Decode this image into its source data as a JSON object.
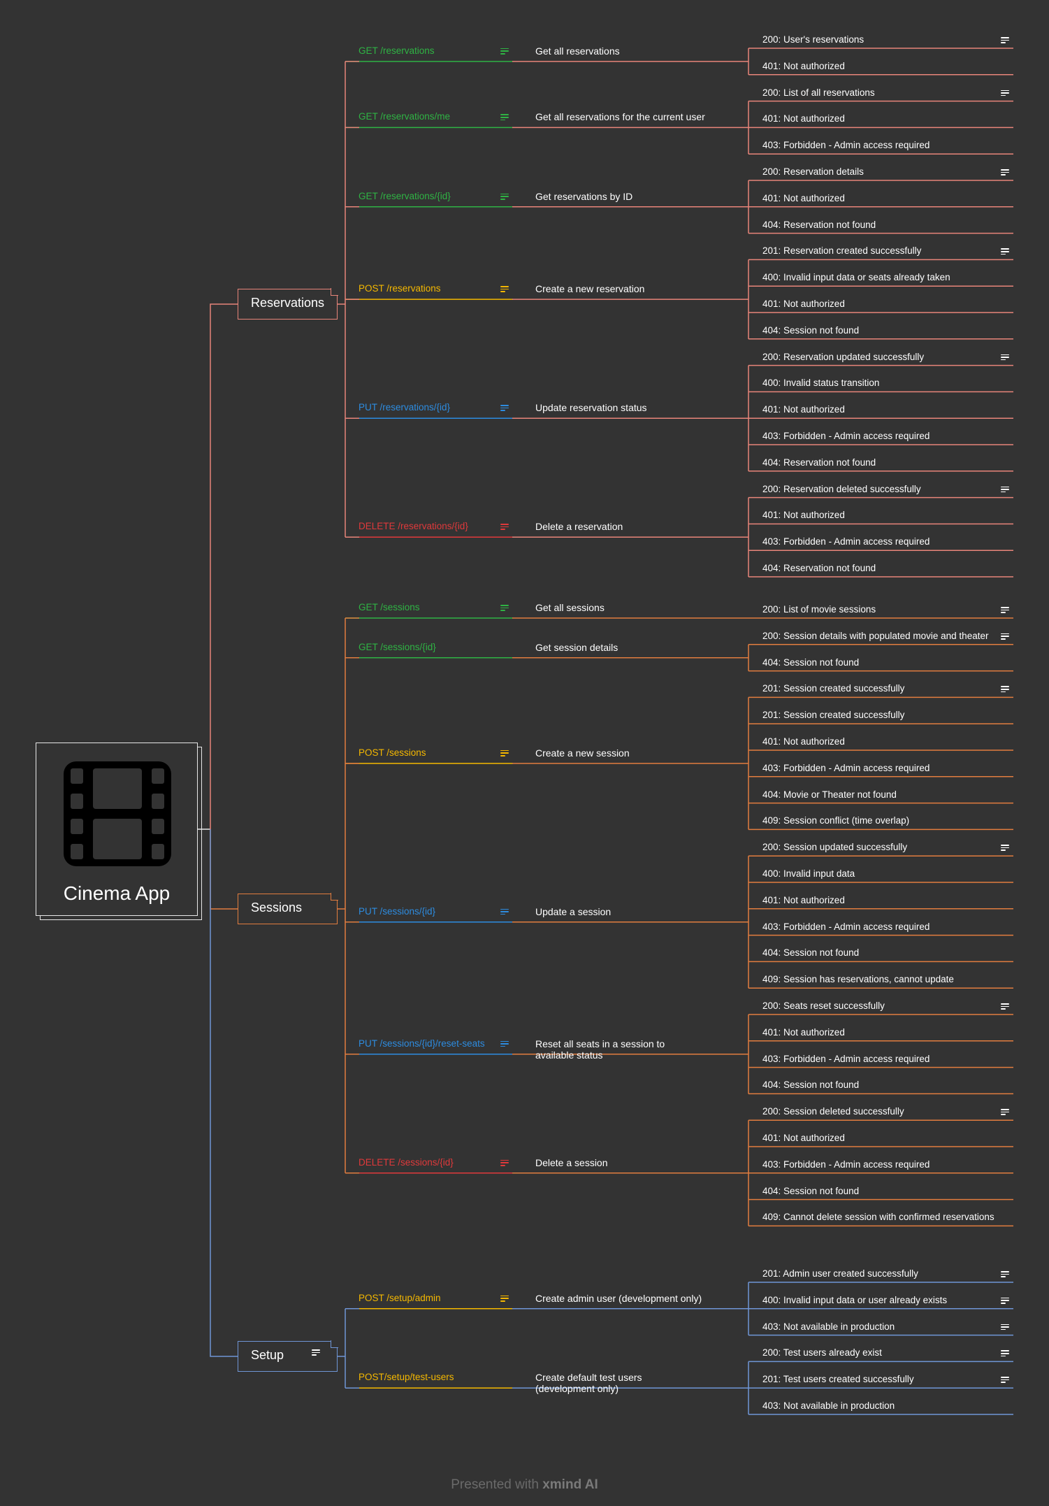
{
  "central": {
    "title": "Cinema App",
    "icon": "film-icon"
  },
  "colors": {
    "background": "#333333",
    "GET": "#2fb344",
    "POST": "#f5b800",
    "PUT": "#2d8ce0",
    "DELETE": "#e0393b",
    "reservations": "#e8857a",
    "sessions": "#e27d3f",
    "setup": "#6f96d6",
    "note_icon": "note-icon"
  },
  "branches": [
    {
      "label": "Reservations",
      "endpoints": [
        {
          "method": "GET",
          "path": "GET /reservations",
          "desc": "Get all reservations",
          "note": true,
          "responses": [
            {
              "text": "200: User's reservations",
              "note": true
            },
            {
              "text": "401: Not authorized"
            }
          ]
        },
        {
          "method": "GET",
          "path": "GET /reservations/me",
          "desc": "Get all reservations for the current user",
          "note": true,
          "responses": [
            {
              "text": "200: List of all reservations",
              "note": true
            },
            {
              "text": "401: Not authorized"
            },
            {
              "text": "403: Forbidden - Admin access required"
            }
          ]
        },
        {
          "method": "GET",
          "path": "GET /reservations/{id}",
          "desc": "Get reservations by ID",
          "note": true,
          "responses": [
            {
              "text": "200: Reservation details",
              "note": true
            },
            {
              "text": "401: Not authorized"
            },
            {
              "text": "404: Reservation not found"
            }
          ]
        },
        {
          "method": "POST",
          "path": "POST /reservations",
          "desc": "Create a new reservation",
          "note": true,
          "responses": [
            {
              "text": "201: Reservation created successfully",
              "note": true
            },
            {
              "text": "400: Invalid input data or seats already taken"
            },
            {
              "text": "401: Not authorized"
            },
            {
              "text": "404: Session not found"
            }
          ]
        },
        {
          "method": "PUT",
          "path": "PUT /reservations/{id}",
          "desc": "Update reservation status",
          "note": true,
          "responses": [
            {
              "text": "200: Reservation updated successfully",
              "note": true
            },
            {
              "text": "400: Invalid status transition"
            },
            {
              "text": "401: Not authorized"
            },
            {
              "text": "403: Forbidden - Admin access required"
            },
            {
              "text": "404: Reservation not found"
            }
          ]
        },
        {
          "method": "DELETE",
          "path": "DELETE /reservations/{id}",
          "desc": "Delete a reservation",
          "note": true,
          "responses": [
            {
              "text": "200: Reservation deleted successfully",
              "note": true
            },
            {
              "text": "401: Not authorized"
            },
            {
              "text": "403: Forbidden - Admin access required"
            },
            {
              "text": "404: Reservation not found"
            }
          ]
        }
      ]
    },
    {
      "label": "Sessions",
      "endpoints": [
        {
          "method": "GET",
          "path": "GET /sessions",
          "desc": "Get all sessions",
          "note": true,
          "responses": [
            {
              "text": "200: List of movie sessions",
              "note": true
            }
          ]
        },
        {
          "method": "GET",
          "path": "GET /sessions/{id}",
          "desc": "Get session details",
          "note": false,
          "responses": [
            {
              "text": "200: Session details with populated movie and theater",
              "note": true
            },
            {
              "text": "404: Session not found"
            }
          ]
        },
        {
          "method": "POST",
          "path": "POST /sessions",
          "desc": "Create a new session",
          "note": true,
          "responses": [
            {
              "text": "201: Session created successfully",
              "note": true
            },
            {
              "text": "201: Session created successfully"
            },
            {
              "text": "401: Not authorized"
            },
            {
              "text": "403: Forbidden - Admin access required"
            },
            {
              "text": "404: Movie or Theater not found"
            },
            {
              "text": "409: Session conflict (time overlap)"
            }
          ]
        },
        {
          "method": "PUT",
          "path": "PUT /sessions/{id}",
          "desc": "Update a session",
          "note": true,
          "responses": [
            {
              "text": "200: Session updated successfully",
              "note": true
            },
            {
              "text": "400: Invalid input data"
            },
            {
              "text": "401: Not authorized"
            },
            {
              "text": "403: Forbidden - Admin access required"
            },
            {
              "text": "404: Session not found"
            },
            {
              "text": "409: Session has reservations, cannot update"
            }
          ]
        },
        {
          "method": "PUT",
          "path": "PUT /sessions/{id}/reset-seats",
          "desc": "Reset all seats in a session to available status",
          "note": true,
          "responses": [
            {
              "text": "200: Seats reset successfully",
              "note": true
            },
            {
              "text": "401: Not authorized"
            },
            {
              "text": "403: Forbidden - Admin access required"
            },
            {
              "text": "404: Session not found"
            }
          ]
        },
        {
          "method": "DELETE",
          "path": "DELETE /sessions/{id}",
          "desc": "Delete a session",
          "note": true,
          "responses": [
            {
              "text": "200: Session deleted successfully",
              "note": true
            },
            {
              "text": "401: Not authorized"
            },
            {
              "text": "403: Forbidden - Admin access required"
            },
            {
              "text": "404: Session not found"
            },
            {
              "text": "409: Cannot delete session with confirmed reservations"
            }
          ]
        }
      ]
    },
    {
      "label": "Setup",
      "note": true,
      "endpoints": [
        {
          "method": "POST",
          "path": "POST /setup/admin",
          "desc": "Create admin user (development only)",
          "note": true,
          "responses": [
            {
              "text": "201: Admin user created successfully",
              "note": true
            },
            {
              "text": "400: Invalid input data or user already exists",
              "note": true
            },
            {
              "text": "403: Not available in production",
              "note": true
            }
          ]
        },
        {
          "method": "POST",
          "path": "POST/setup/test-users",
          "desc": "Create default test users (development only)",
          "note": false,
          "responses": [
            {
              "text": "200: Test users already exist",
              "note": true
            },
            {
              "text": "201: Test users created successfully",
              "note": true
            },
            {
              "text": "403: Not available in production"
            }
          ]
        }
      ]
    }
  ],
  "footer": {
    "prefix": "Presented with",
    "brand": "xmind AI"
  }
}
